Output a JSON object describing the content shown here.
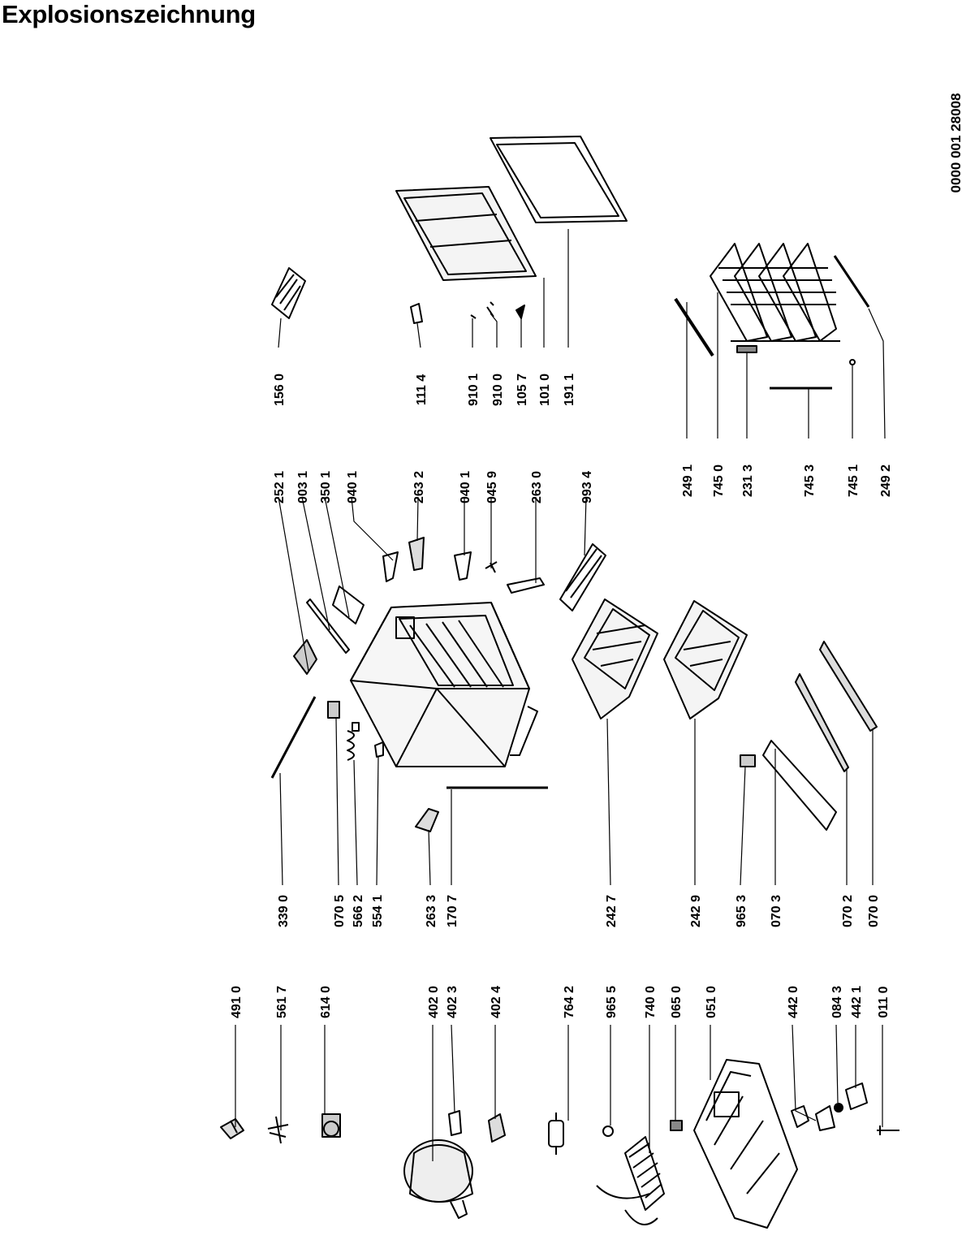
{
  "page": {
    "title": "Explosionszeichnung",
    "doc_number": "0000 001 28008"
  },
  "parts": [
    "491 0",
    "561 7",
    "614 0",
    "402 0",
    "402 3",
    "402 4",
    "764 2",
    "965 5",
    "740 0",
    "065 0",
    "051 0",
    "442 0",
    "084 3",
    "442 1",
    "011 0",
    "339 0",
    "070 5",
    "566 2",
    "554 1",
    "263 3",
    "170 7",
    "242 7",
    "242 9",
    "965 3",
    "070 3",
    "070 2",
    "070 0",
    "252 1",
    "003 1",
    "350 1",
    "040 1",
    "263 2",
    "040 1",
    "045 9",
    "263 0",
    "993 4",
    "249 1",
    "745 0",
    "231 3",
    "745 3",
    "745 1",
    "249 2",
    "156 0",
    "111 4",
    "910 1",
    "910 0",
    "105 7",
    "101 0",
    "191 1"
  ]
}
